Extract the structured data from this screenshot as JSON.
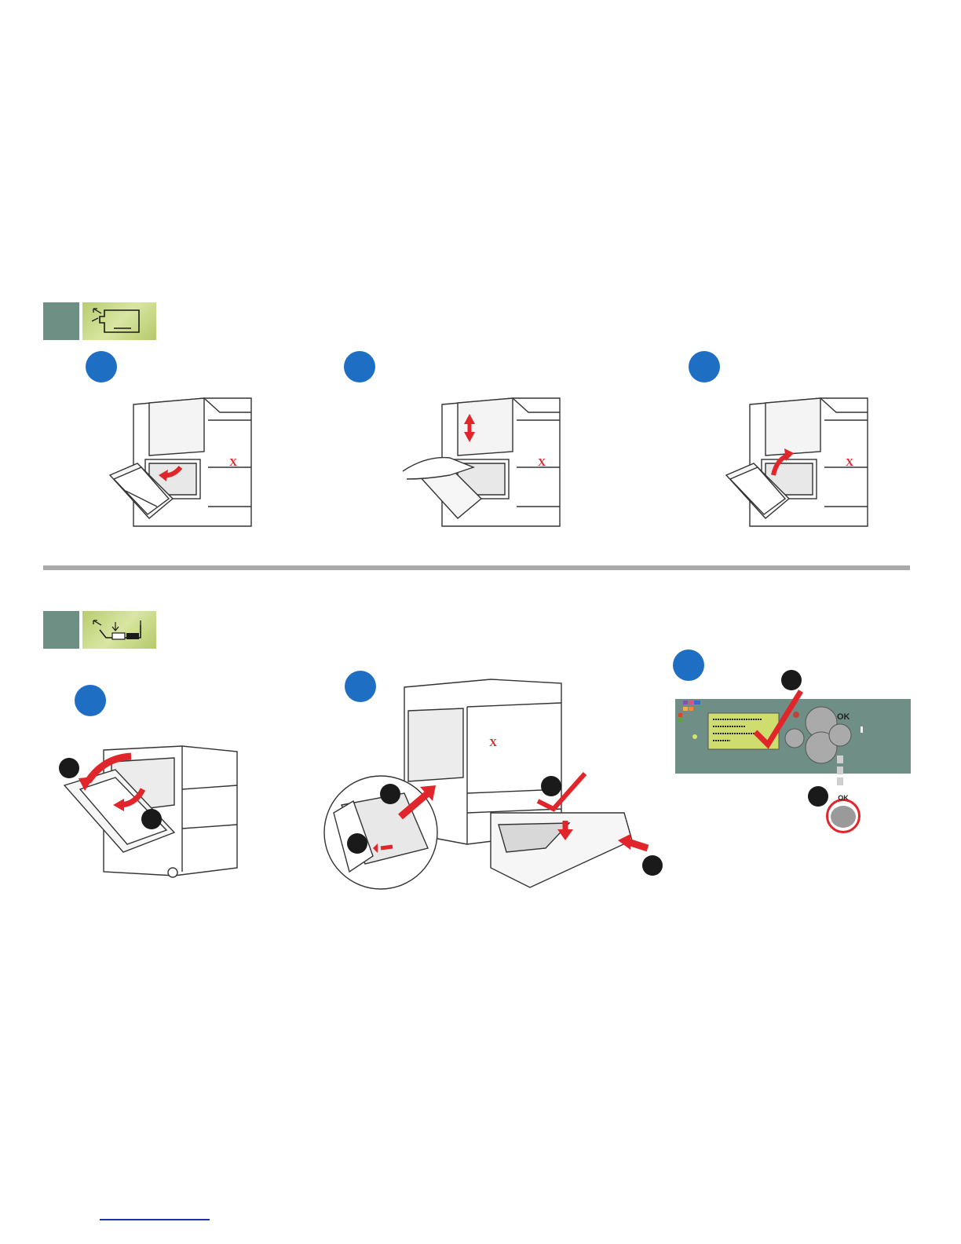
{
  "section1": {
    "icon": "tray-bypass-jam-icon",
    "steps": [
      "step-1",
      "step-2",
      "step-3"
    ]
  },
  "section2": {
    "icon": "tray-jam-icon",
    "steps": [
      "step-1",
      "step-2",
      "step-3"
    ]
  },
  "panel": {
    "ok_label": "OK",
    "ok_button_label": "OK"
  },
  "printer": {
    "brand_mark": "X"
  },
  "colors": {
    "step_dot": "#1e6fc4",
    "tab": "#6e8f84",
    "arrow": "#e0252b",
    "panel": "#6f8f86",
    "lcd": "#cfdc6e"
  }
}
